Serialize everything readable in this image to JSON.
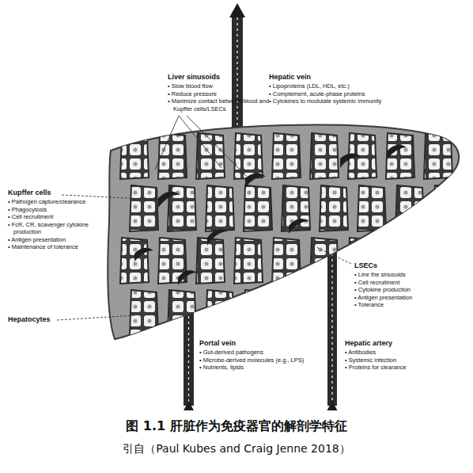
{
  "diagram": {
    "caption": "图 1.1 肝脏作为免疫器官的解剖学特征",
    "labels": [
      "Liver sinusoids",
      "• Slow blood flow",
      "• Reduce pressure",
      "• Maximize contact between blood and Kupffer cells/LSECs",
      "Hepatic vein",
      "• Lipoproteins (LDL, HDL, etc.)",
      "• Complement, acute-phase proteins",
      "• Cytokines to modulate systemic immunity",
      "Kupffer cells",
      "• Pathogen capture/clearance",
      "• Phagocytosis",
      "• Cell recruitment",
      "• FcR, CR, scavenger cytokine production",
      "• Antigen presentation",
      "• Maintenance of tolerance",
      "LSECs",
      "• Line the sinusoids",
      "• Cell recruitment",
      "• Cytokine production",
      "• Antigen presentation",
      "• Tolerance",
      "Hepatocytes",
      "Portal vein",
      "• Gut-derived pathogens",
      "• Microbe-derived molecules (e.g., LPS)",
      "• Nutrients, lipids",
      "Hepatic artery",
      "• Antibodies",
      "• Systemic infection",
      "• Proteins for clearance",
      "引自（Paul Kubes and Craig Jenne 2018）"
    ]
  }
}
